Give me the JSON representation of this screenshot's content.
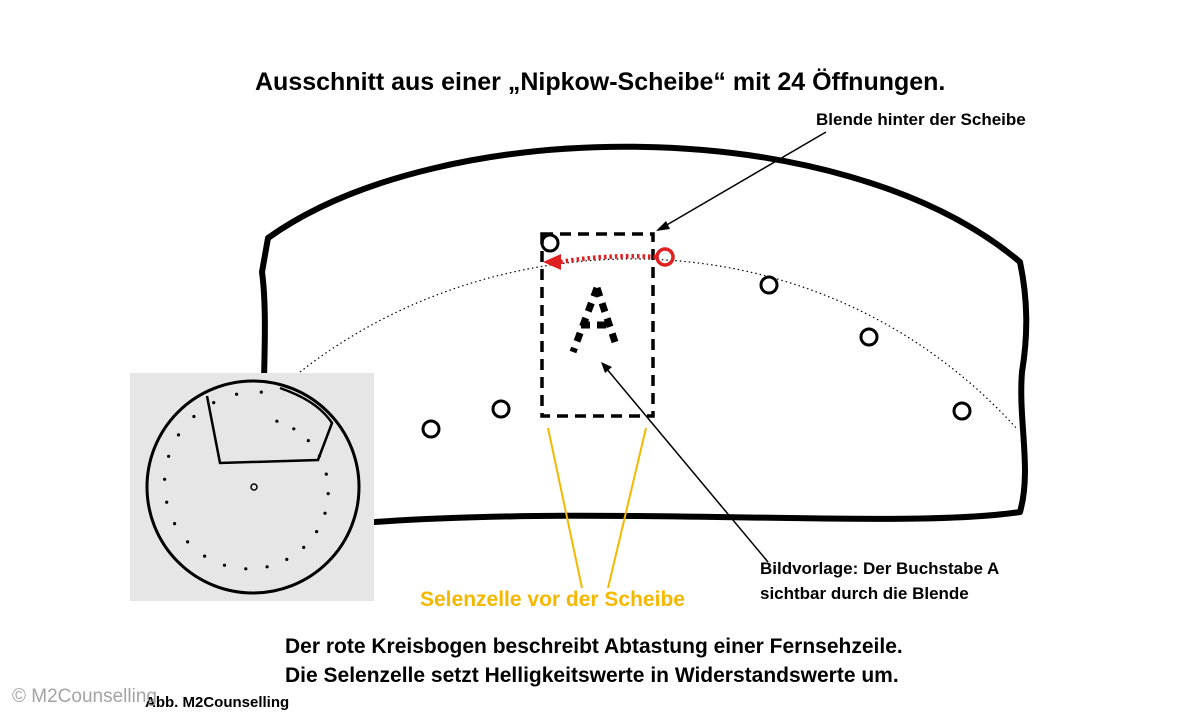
{
  "title": "Ausschnitt aus einer „Nipkow-Scheibe“ mit 24 Öffnungen.",
  "labels": {
    "blende": "Blende hinter der Scheibe",
    "bildvorlage_line1": "Bildvorlage: Der Buchstabe A",
    "bildvorlage_line2": "sichtbar durch die Blende",
    "selenzelle": "Selenzelle vor der Scheibe",
    "letter": "A"
  },
  "caption": {
    "line1": "Der rote Kreisbogen beschreibt Abtastung einer Fernsehzeile.",
    "line2": "Die Selenzelle setzt Helligkeitswerte in Widerstandswerte um."
  },
  "credit": "Abb. M2Counselling",
  "watermark": "© M2Counselling",
  "colors": {
    "red": "#e02020",
    "selen": "#f5b800",
    "inset_bg": "#e6e6e6"
  },
  "disc_holes": 24
}
